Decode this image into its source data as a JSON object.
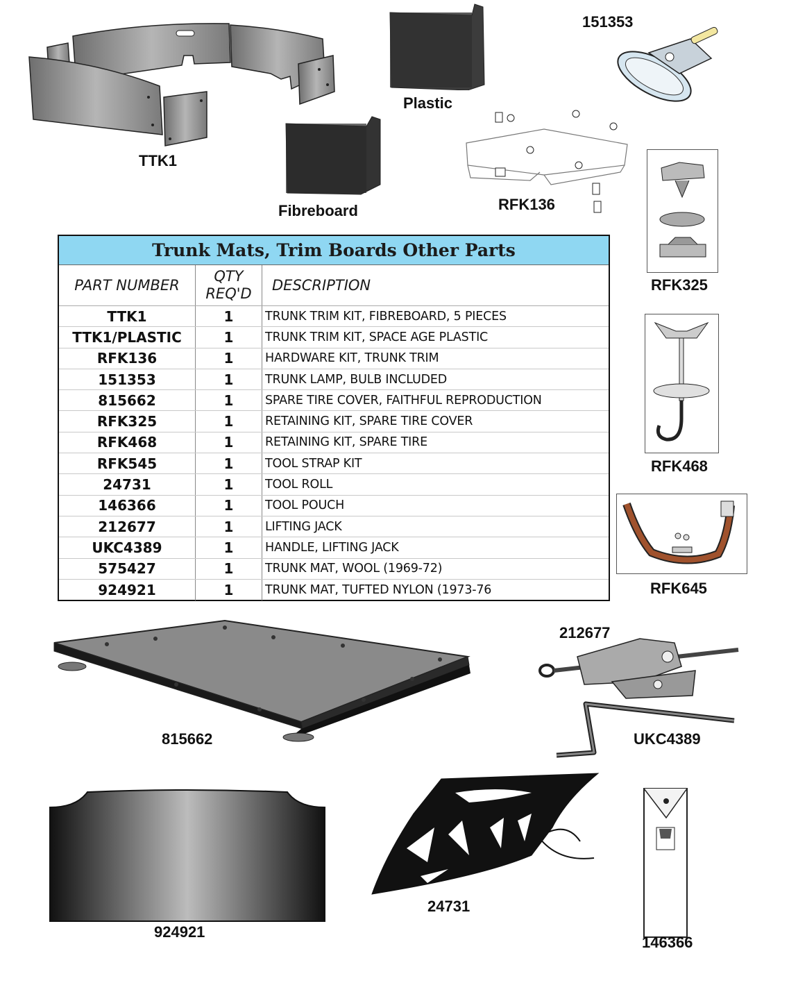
{
  "labels": {
    "ttk1": "TTK1",
    "plastic": "Plastic",
    "fibreboard": "Fibreboard",
    "n151353": "151353",
    "rfk136": "RFK136",
    "rfk325": "RFK325",
    "rfk468": "RFK468",
    "rfk645": "RFK645",
    "n815662": "815662",
    "n212677": "212677",
    "ukc4389": "UKC4389",
    "n924921": "924921",
    "n24731": "24731",
    "n146366": "146366"
  },
  "table": {
    "title": "Trunk Mats, Trim Boards Other Parts",
    "headers": {
      "part_number": "PART NUMBER",
      "qty_line1": "QTY",
      "qty_line2": "REQ'D",
      "description": "DESCRIPTION"
    },
    "rows": [
      {
        "part": "TTK1",
        "qty": "1",
        "desc": "TRUNK TRIM KIT, FIBREBOARD, 5 PIECES"
      },
      {
        "part": "TTK1/PLASTIC",
        "qty": "1",
        "desc": "TRUNK TRIM KIT, SPACE AGE PLASTIC"
      },
      {
        "part": "RFK136",
        "qty": "1",
        "desc": "HARDWARE KIT, TRUNK TRIM"
      },
      {
        "part": "151353",
        "qty": "1",
        "desc": "TRUNK LAMP, BULB INCLUDED"
      },
      {
        "part": "815662",
        "qty": "1",
        "desc": "SPARE TIRE COVER, FAITHFUL REPRODUCTION"
      },
      {
        "part": "RFK325",
        "qty": "1",
        "desc": "RETAINING KIT, SPARE TIRE COVER"
      },
      {
        "part": "RFK468",
        "qty": "1",
        "desc": "RETAINING KIT, SPARE TIRE"
      },
      {
        "part": "RFK545",
        "qty": "1",
        "desc": "TOOL STRAP KIT"
      },
      {
        "part": "24731",
        "qty": "1",
        "desc": "TOOL ROLL"
      },
      {
        "part": "146366",
        "qty": "1",
        "desc": "TOOL POUCH"
      },
      {
        "part": "212677",
        "qty": "1",
        "desc": "LIFTING JACK"
      },
      {
        "part": "UKC4389",
        "qty": "1",
        "desc": "HANDLE, LIFTING JACK"
      },
      {
        "part": "575427",
        "qty": "1",
        "desc": "TRUNK MAT, WOOL (1969-72)"
      },
      {
        "part": "924921",
        "qty": "1",
        "desc": "TRUNK MAT, TUFTED NYLON (1973-76"
      }
    ]
  },
  "colors": {
    "table_title_bg": "#8fd7f2",
    "board_gray": "#8a8a8a",
    "strap_brown": "#a0522d"
  }
}
